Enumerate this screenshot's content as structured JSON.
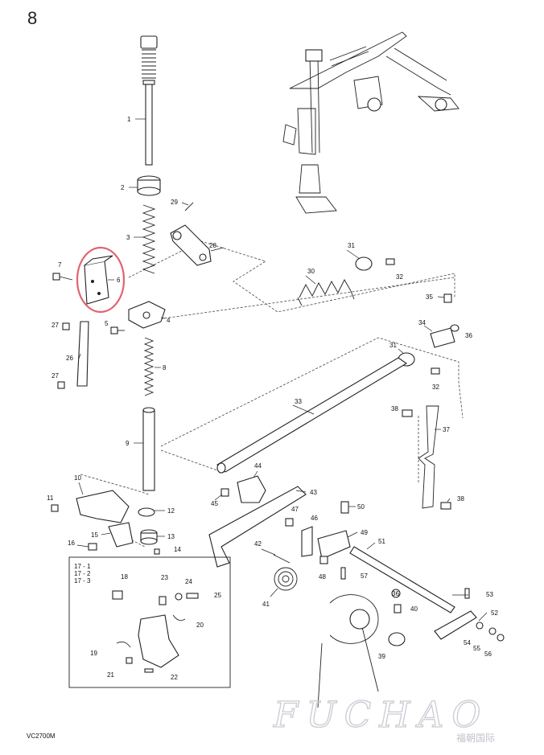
{
  "page_number": "8",
  "model_code": "VC2700M",
  "watermark": {
    "latin": "FUCHAO",
    "chinese": "福朝国际"
  },
  "group_labels": [
    "17 - 1",
    "17 - 2",
    "17 - 3"
  ],
  "parts": [
    "1",
    "2",
    "3",
    "4",
    "6",
    "7",
    "8",
    "9",
    "10",
    "11",
    "12",
    "13",
    "14",
    "15",
    "16",
    "18",
    "19",
    "20",
    "21",
    "22",
    "23",
    "24",
    "25",
    "26",
    "27",
    "27",
    "28",
    "29",
    "30",
    "31",
    "31",
    "32",
    "32",
    "33",
    "34",
    "35",
    "36",
    "37",
    "38",
    "38",
    "39",
    "40",
    "41",
    "42",
    "43",
    "44",
    "45",
    "46",
    "47",
    "48",
    "49",
    "50",
    "51",
    "52",
    "53",
    "54",
    "55",
    "56",
    "57",
    "5",
    "36"
  ],
  "highlighted_part": "6"
}
